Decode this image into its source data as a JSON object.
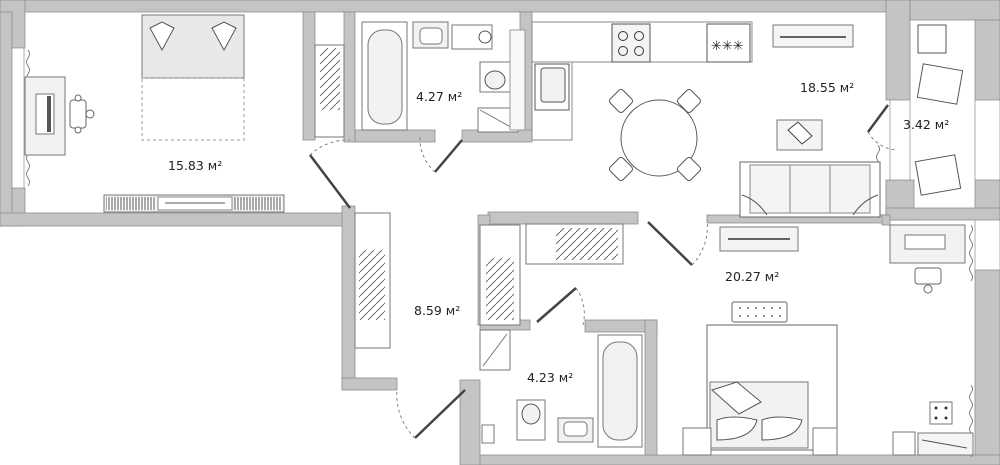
{
  "rooms": [
    {
      "id": "bedroom-1",
      "area": "15.83 м²"
    },
    {
      "id": "bathroom-1",
      "area": "4.27 м²"
    },
    {
      "id": "kitchen-living",
      "area": "18.55 м²"
    },
    {
      "id": "balcony",
      "area": "3.42 м²"
    },
    {
      "id": "hallway",
      "area": "8.59 м²"
    },
    {
      "id": "bathroom-2",
      "area": "4.23 м²"
    },
    {
      "id": "bedroom-2",
      "area": "20.27 м²"
    }
  ],
  "colors": {
    "wall": "#c4c4c4",
    "wall_edge": "#8e8e8e",
    "fixture_fill": "#eeeeee",
    "fixture_stroke": "#777777",
    "text": "#222222"
  },
  "icons": [
    "bed-icon",
    "desk-icon",
    "chair-icon",
    "bathtub-icon",
    "sink-icon",
    "toilet-icon",
    "washing-machine-icon",
    "stove-icon",
    "dining-table-icon",
    "sofa-icon",
    "laptop-icon",
    "tv-icon",
    "wardrobe-icon",
    "shower-icon",
    "lounge-chair-icon",
    "bookshelf-icon"
  ]
}
